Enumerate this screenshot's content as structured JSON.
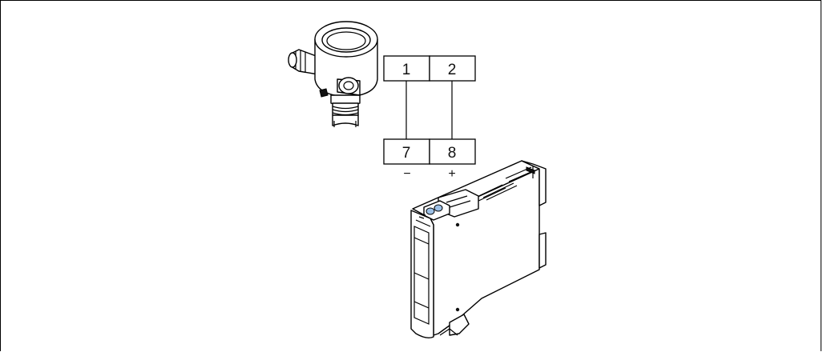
{
  "terminals_top": [
    {
      "label": "1"
    },
    {
      "label": "2"
    }
  ],
  "terminals_bottom": [
    {
      "label": "7",
      "polarity": "−"
    },
    {
      "label": "8",
      "polarity": "+"
    }
  ],
  "icons": {
    "transmitter": "pressure-transmitter-icon",
    "barrier": "din-rail-barrier-icon"
  }
}
